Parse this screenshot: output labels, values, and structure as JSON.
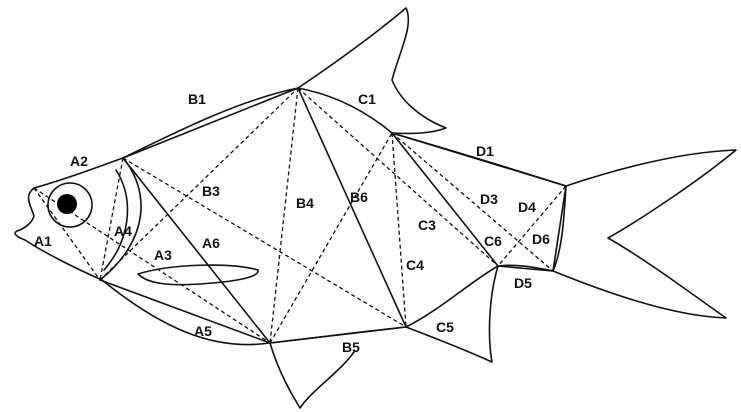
{
  "labels": {
    "A1": "A1",
    "A2": "A2",
    "A3": "A3",
    "A4": "A4",
    "A5": "A5",
    "A6": "A6",
    "B1": "B1",
    "B3": "B3",
    "B4": "B4",
    "B5": "B5",
    "B6": "B6",
    "C1": "C1",
    "C3": "C3",
    "C4": "C4",
    "C5": "C5",
    "C6": "C6",
    "D1": "D1",
    "D3": "D3",
    "D4": "D4",
    "D5": "D5",
    "D6": "D6"
  },
  "colors": {
    "line": "#111111",
    "eye": "#000000",
    "background": "#ffffff"
  }
}
